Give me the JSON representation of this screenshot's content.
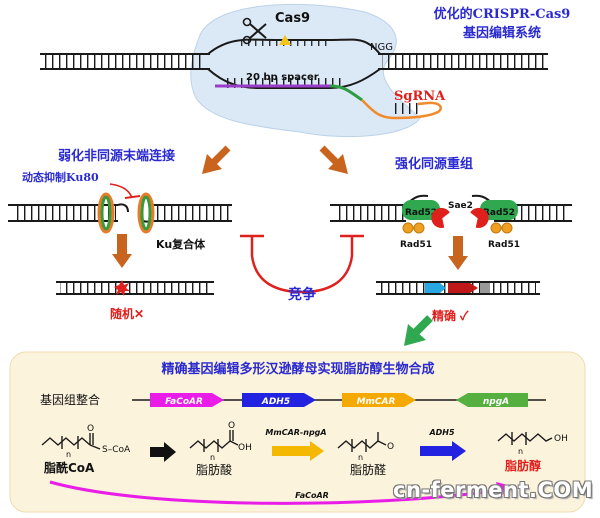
{
  "title": {
    "line1": "优化的CRISPR-Cas9",
    "line2": "基因编辑系统"
  },
  "top": {
    "cas9": "Cas9",
    "ngg": "NGG",
    "spacer": "20 bp spacer",
    "sgrna": "SgRNA"
  },
  "left": {
    "heading": "弱化非同源末端连接",
    "inhibit": "动态抑制Ku80",
    "complex": "Ku复合体",
    "result": "随机✕"
  },
  "right": {
    "heading": "强化同源重组",
    "rad52a": "Rad52",
    "rad52b": "Rad52",
    "sae2": "Sae2",
    "rad51a": "Rad51",
    "rad51b": "Rad51",
    "result": "精确 ✓"
  },
  "compete": "竞争",
  "panel": {
    "heading": "精确基因编辑多形汉逊酵母实现脂肪醇生物合成",
    "integration_label": "基因组整合",
    "genes": [
      {
        "name": "FaCoAR",
        "color": "#e81ee8",
        "dir": "right"
      },
      {
        "name": "ADH5",
        "color": "#2222e0",
        "dir": "right"
      },
      {
        "name": "MmCAR",
        "color": "#f5a800",
        "dir": "right"
      },
      {
        "name": "npgA",
        "color": "#55b040",
        "dir": "left"
      }
    ],
    "s_coa": "S–CoA",
    "sub_n": "n",
    "oh": "OH",
    "compounds": [
      "脂酰CoA",
      "脂肪酸",
      "脂肪醛",
      "脂肪醇"
    ],
    "enzymes": {
      "step2": "MmCAR-npgA",
      "step3": "ADH5",
      "bottom": "FaCoAR"
    }
  },
  "watermark": "cn-ferment.COM",
  "colors": {
    "blue_text": "#2a2ad0",
    "red_text": "#e0201c",
    "arrow_brown": "#c8641e",
    "panel_bg": "#fcf3dc"
  }
}
